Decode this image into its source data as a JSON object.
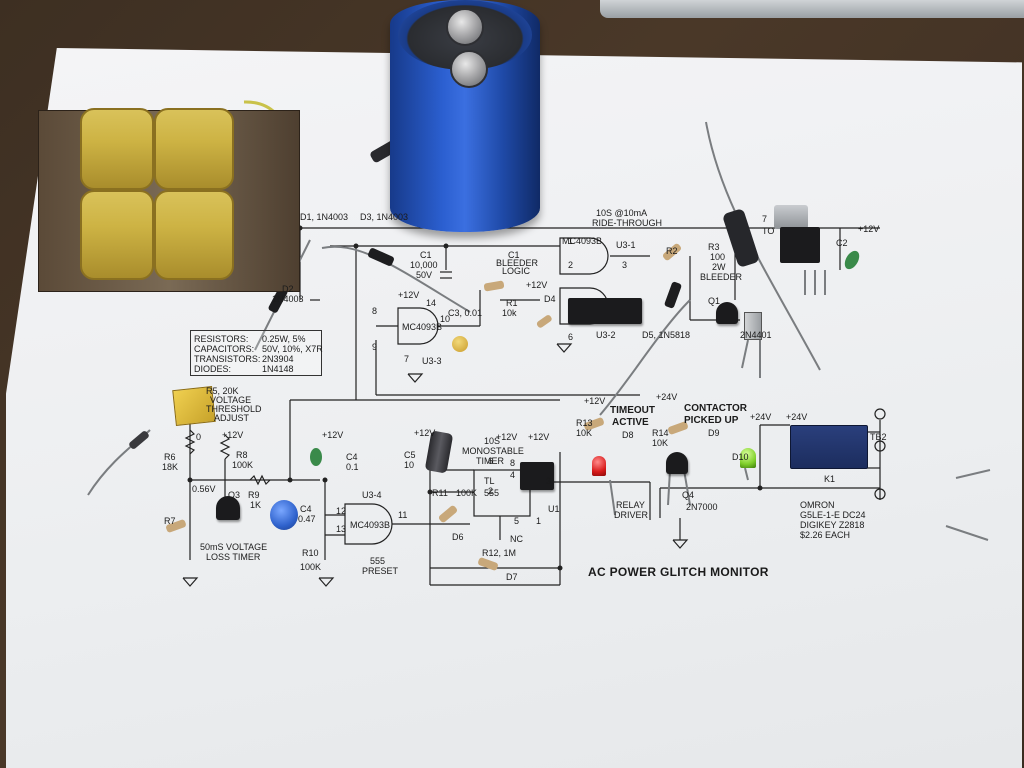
{
  "schematic": {
    "title": "AC POWER GLITCH MONITOR",
    "legend": [
      {
        "label": "RESISTORS:",
        "value": "0.25W, 5%"
      },
      {
        "label": "CAPACITORS:",
        "value": "50V, 10%, X7R"
      },
      {
        "label": "TRANSISTORS:",
        "value": "2N3904"
      },
      {
        "label": "DIODES:",
        "value": "1N4148"
      }
    ],
    "labels": {
      "d1": "D1, 1N4003",
      "d3": "D3, 1N4003",
      "d2": "D2",
      "d2_part": "1N4003",
      "c1": "C1",
      "c1_val1": "10,000",
      "c1_val2": "50V",
      "c1_bleeder1": "C1",
      "c1_bleeder2": "BLEEDER",
      "c1_bleeder3": "LOGIC",
      "ride1": "10S @10mA",
      "ride2": "RIDE-THROUGH",
      "u31": "U3-1",
      "u31_part": "MC4093B",
      "u32": "U3-2",
      "u33": "U3-3",
      "u33_part": "MC4093B",
      "u34": "U3-4",
      "u34_part": "MC4093B",
      "p12v": "+12V",
      "p24v": "+24V",
      "r1": "R1",
      "r1_val": "10k",
      "d4": "D4",
      "c3": "C3, 0.01",
      "r2": "R2",
      "r3": "R3",
      "r3_val1": "100",
      "r3_val2": "2W",
      "r3_val3": "BLEEDER",
      "q1": "Q1",
      "tip": "2N4401",
      "d5": "D5, 1N5818",
      "reg": "7",
      "reg2": "TO",
      "c2": "C2",
      "r5_1": "R5, 20K",
      "r5_2": "VOLTAGE",
      "r5_3": "THRESHOLD",
      "r5_4": "ADJUST",
      "r6": "R6",
      "r6_val": "18K",
      "r8": "R8",
      "r8_val": "100K",
      "r9": "R9",
      "r9_val": "1K",
      "v056": "0.56V",
      "q3": "Q3",
      "r7": "R7",
      "timer50": "50mS VOLTAGE",
      "timer50b": "LOSS TIMER",
      "c4a": "C4",
      "c4a_val": "0.1",
      "c4b": "C4",
      "c4b_val": "0.47",
      "r10": "R10",
      "r10_val": "100K",
      "preset1": "555",
      "preset2": "PRESET",
      "c5": "C5",
      "c5_val": "10",
      "mono1": "10S",
      "mono2": "MONOSTABLE",
      "mono3": "TIMER",
      "r11": "R11",
      "r11_val": "100K",
      "r12": "R12, 1M",
      "d6": "D6",
      "d7": "D7",
      "u1": "U1",
      "tl555_a": "TL",
      "tl555_b": "555",
      "nc": "NC",
      "pin8": "8",
      "pin4": "4",
      "pin6": "6",
      "pin2": "2",
      "pin5": "5",
      "pin1": "1",
      "pin3": "3",
      "pin12": "12",
      "pin13": "13",
      "pin11": "11",
      "pin14": "14",
      "pin8b": "8",
      "pin9": "9",
      "pin7": "7",
      "pin10": "10",
      "pin6b": "6",
      "pin1b": "1",
      "pin2b": "2",
      "pin3b": "3",
      "timeout1": "TIMEOUT",
      "timeout2": "ACTIVE",
      "contactor1": "CONTACTOR",
      "contactor2": "PICKED UP",
      "r13": "R13",
      "r13_val": "10K",
      "d8": "D8",
      "r14": "R14",
      "r14_val": "10K",
      "d9": "D9",
      "d10": "D10",
      "q4": "Q4",
      "q4_part": "2N7000",
      "relay_drv1": "RELAY",
      "relay_drv2": "DRIVER",
      "tb2": "TB2",
      "k1": "K1",
      "omron1": "OMRON",
      "omron2": "G5LE-1-E DC24",
      "omron3": "DIGIKEY Z2818",
      "omron4": "$2.26 EACH",
      "zero": "0"
    }
  },
  "colors": {
    "background": "#3d2f22",
    "paper": "#f0f1f3",
    "ink": "#1b1b1b",
    "capacitor_blue": "#2b5fd0",
    "coil_yellow": "#cdb344"
  }
}
